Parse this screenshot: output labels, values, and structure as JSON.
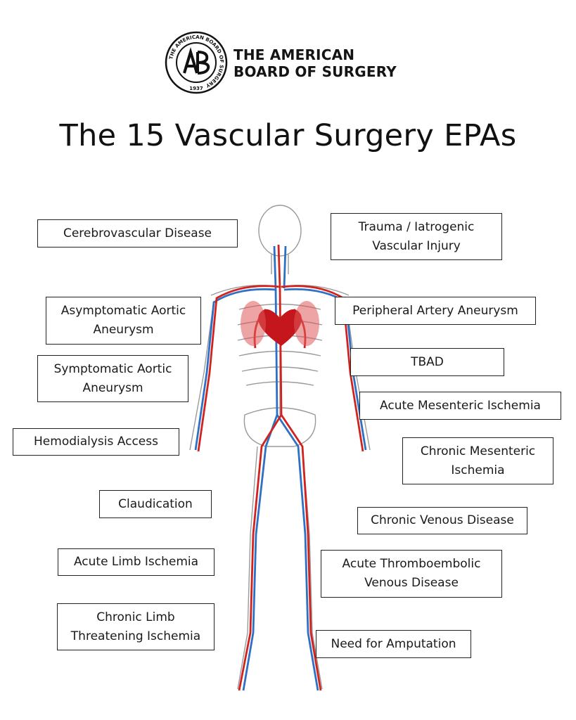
{
  "header": {
    "seal_text": "THE AMERICAN BOARD OF SURGERY",
    "seal_year": "1937",
    "org_line1": "THE AMERICAN",
    "org_line2": "BOARD OF SURGERY"
  },
  "title": "The 15 Vascular Surgery EPAs",
  "figure": {
    "artery_color": "#d0231f",
    "vein_color": "#2f6fc4",
    "bone_color": "#9a9a9a"
  },
  "epas": {
    "cerebrovascular": "Cerebrovascular Disease",
    "asymptomatic_aortic": "Asymptomatic Aortic\nAneurysm",
    "symptomatic_aortic": "Symptomatic Aortic\nAneurysm",
    "hemodialysis": "Hemodialysis Access",
    "claudication": "Claudication",
    "acute_limb": "Acute Limb Ischemia",
    "chronic_limb": "Chronic Limb\nThreatening Ischemia",
    "trauma": "Trauma / Iatrogenic\nVascular Injury",
    "peripheral_artery": "Peripheral Artery Aneurysm",
    "tbad": "TBAD",
    "acute_mesenteric": "Acute Mesenteric Ischemia",
    "chronic_mesenteric": "Chronic Mesenteric\nIschemia",
    "chronic_venous": "Chronic Venous Disease",
    "acute_thromboembolic": "Acute Thromboembolic\nVenous Disease",
    "amputation": "Need for Amputation"
  }
}
